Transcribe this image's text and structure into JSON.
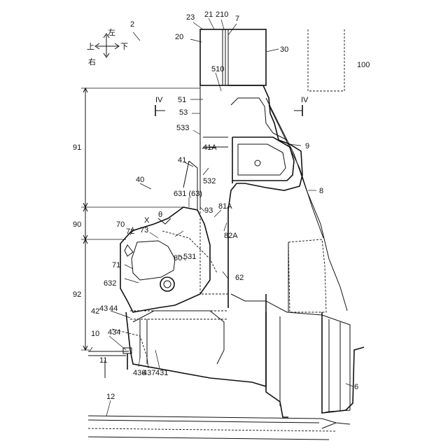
{
  "figure": {
    "labels": {
      "l2": "2",
      "l20": "20",
      "l23": "23",
      "l21": "21",
      "l210": "210",
      "l7": "7",
      "l30": "30",
      "l100": "100",
      "l510": "510",
      "l51": "51",
      "l53": "53",
      "l533": "533",
      "l41A": "41A",
      "l41": "41",
      "l532": "532",
      "l9": "9",
      "l8": "8",
      "l40": "40",
      "l631": "631 (63)",
      "l93": "93",
      "l81A": "81A",
      "l82A": "82A",
      "l70": "70",
      "l72": "72",
      "l73": "73",
      "lX": "X",
      "ltheta": "θ",
      "l80": "80",
      "l531": "531",
      "l71": "71",
      "l62": "62",
      "l632": "632",
      "l42": "42",
      "l43": "43",
      "l44": "44",
      "l10": "10",
      "l434": "434",
      "l11": "11",
      "l436": "436",
      "l437": "437",
      "l431": "431",
      "l6": "6",
      "l12": "12",
      "l91": "91",
      "l90": "90",
      "l92": "92",
      "sectionIV": "IV"
    },
    "orientation": {
      "up": "上",
      "down": "下",
      "left": "左",
      "right": "右"
    }
  }
}
